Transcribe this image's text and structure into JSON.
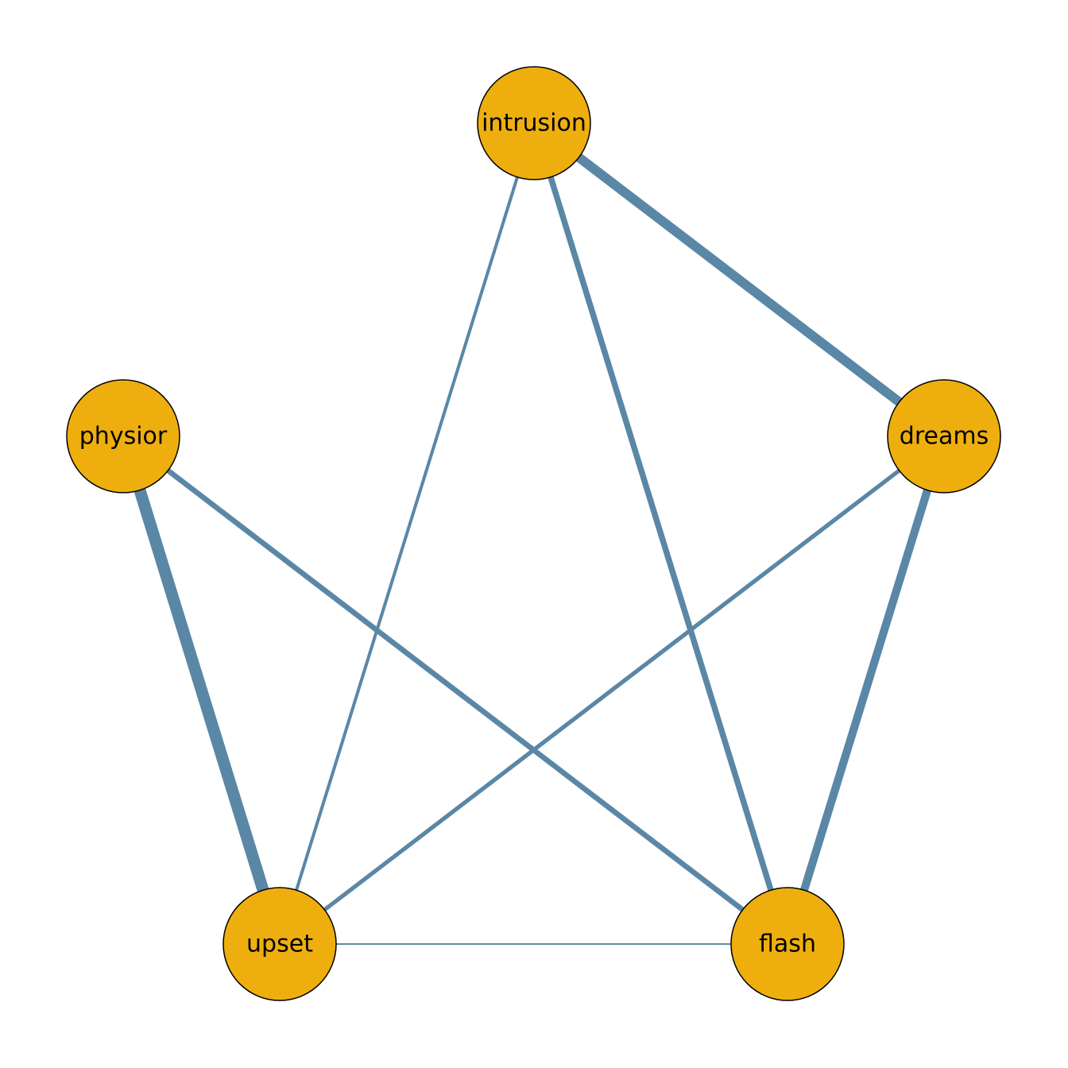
{
  "colors": {
    "node_fill": "#EEAF0E",
    "node_stroke": "#000000",
    "edge": "#5A87A6",
    "edge_thin": "#5F8BA0",
    "background": "#FFFFFF"
  },
  "nodes": [
    {
      "id": "intrusion",
      "label": "intrusion"
    },
    {
      "id": "dreams",
      "label": "dreams"
    },
    {
      "id": "flash",
      "label": "flash"
    },
    {
      "id": "upset",
      "label": "upset"
    },
    {
      "id": "physior",
      "label": "physior"
    }
  ],
  "edges": [
    {
      "from": "intrusion",
      "to": "dreams",
      "weight": 0.8
    },
    {
      "from": "intrusion",
      "to": "flash",
      "weight": 0.5
    },
    {
      "from": "intrusion",
      "to": "upset",
      "weight": 0.27
    },
    {
      "from": "dreams",
      "to": "flash",
      "weight": 0.68
    },
    {
      "from": "dreams",
      "to": "upset",
      "weight": 0.35
    },
    {
      "from": "physior",
      "to": "upset",
      "weight": 1.0
    },
    {
      "from": "physior",
      "to": "flash",
      "weight": 0.45
    },
    {
      "from": "upset",
      "to": "flash",
      "weight": 0.12
    }
  ]
}
